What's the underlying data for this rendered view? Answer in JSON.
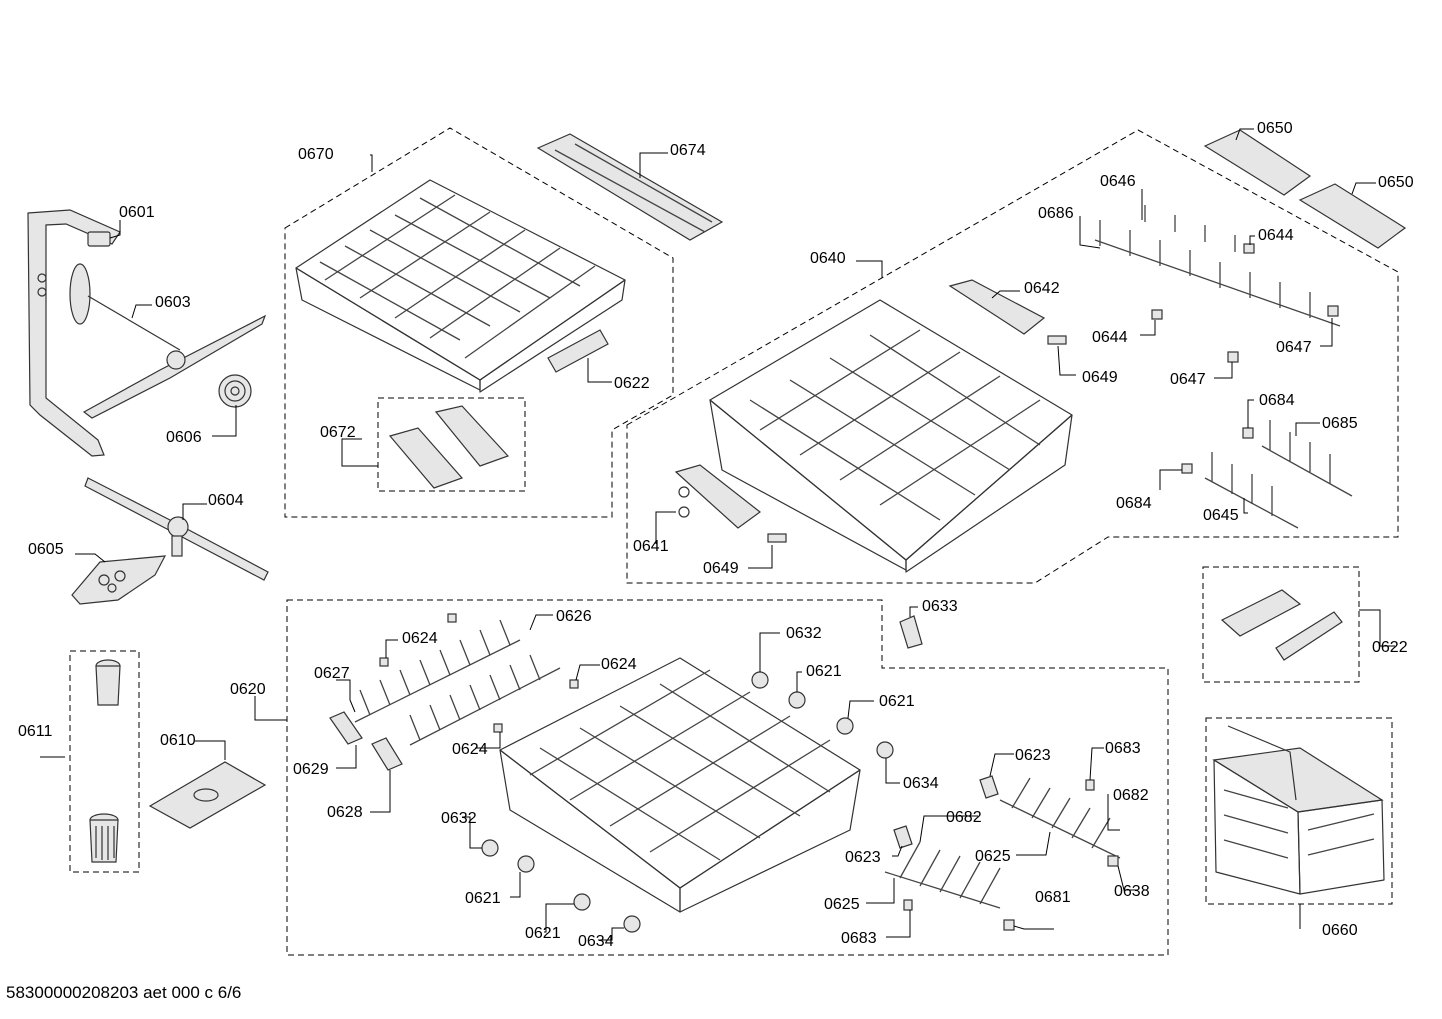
{
  "document_id": "58300000208203 aet 000 c 6/6",
  "labels": {
    "p0601": "0601",
    "p0603": "0603",
    "p0606": "0606",
    "p0604": "0604",
    "p0605": "0605",
    "p0611": "0611",
    "p0610": "0610",
    "p0670": "0670",
    "p0674": "0674",
    "p0622a": "0622",
    "p0672": "0672",
    "p0640": "0640",
    "p0641": "0641",
    "p0649a": "0649",
    "p0642": "0642",
    "p0649b": "0649",
    "p0650a": "0650",
    "p0650b": "0650",
    "p0646": "0646",
    "p0686": "0686",
    "p0644a": "0644",
    "p0644b": "0644",
    "p0647a": "0647",
    "p0647b": "0647",
    "p0684a": "0684",
    "p0685": "0685",
    "p0684b": "0684",
    "p0645": "0645",
    "p0620": "0620",
    "p0626": "0626",
    "p0624a": "0624",
    "p0624b": "0624",
    "p0624c": "0624",
    "p0627": "0627",
    "p0629": "0629",
    "p0628": "0628",
    "p0633": "0633",
    "p0632a": "0632",
    "p0621a": "0621",
    "p0621b": "0621",
    "p0634a": "0634",
    "p0632b": "0632",
    "p0621c": "0621",
    "p0621d": "0621",
    "p0634b": "0634",
    "p0623a": "0623",
    "p0683a": "0683",
    "p0682a": "0682",
    "p0625a": "0625",
    "p0638": "0638",
    "p0623b": "0623",
    "p0682b": "0682",
    "p0625b": "0625",
    "p0683b": "0683",
    "p0681": "0681",
    "p0622b": "0622",
    "p0660": "0660"
  }
}
